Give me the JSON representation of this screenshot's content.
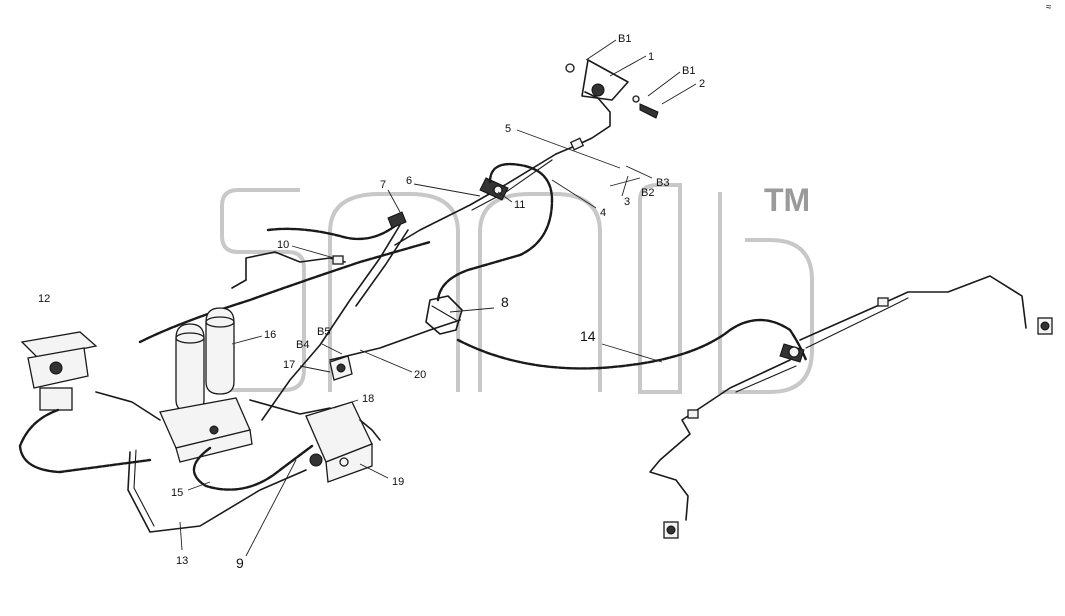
{
  "watermark": {
    "text": "TM"
  },
  "corner_mark": "≈",
  "callouts": [
    {
      "id": "c-B1a",
      "text": "B1"
    },
    {
      "id": "c-1",
      "text": "1"
    },
    {
      "id": "c-B1b",
      "text": "B1"
    },
    {
      "id": "c-2",
      "text": "2"
    },
    {
      "id": "c-5",
      "text": "5"
    },
    {
      "id": "c-B3",
      "text": "B3"
    },
    {
      "id": "c-B2",
      "text": "B2"
    },
    {
      "id": "c-3",
      "text": "3"
    },
    {
      "id": "c-4",
      "text": "4"
    },
    {
      "id": "c-7",
      "text": "7"
    },
    {
      "id": "c-6",
      "text": "6"
    },
    {
      "id": "c-11",
      "text": "11"
    },
    {
      "id": "c-10",
      "text": "10"
    },
    {
      "id": "c-8",
      "text": "8"
    },
    {
      "id": "c-14",
      "text": "14"
    },
    {
      "id": "c-12",
      "text": "12"
    },
    {
      "id": "c-16",
      "text": "16"
    },
    {
      "id": "c-B5",
      "text": "B5"
    },
    {
      "id": "c-B4",
      "text": "B4"
    },
    {
      "id": "c-17",
      "text": "17"
    },
    {
      "id": "c-20",
      "text": "20"
    },
    {
      "id": "c-18",
      "text": "18"
    },
    {
      "id": "c-19",
      "text": "19"
    },
    {
      "id": "c-15",
      "text": "15"
    },
    {
      "id": "c-13",
      "text": "13"
    },
    {
      "id": "c-9",
      "text": "9"
    }
  ]
}
